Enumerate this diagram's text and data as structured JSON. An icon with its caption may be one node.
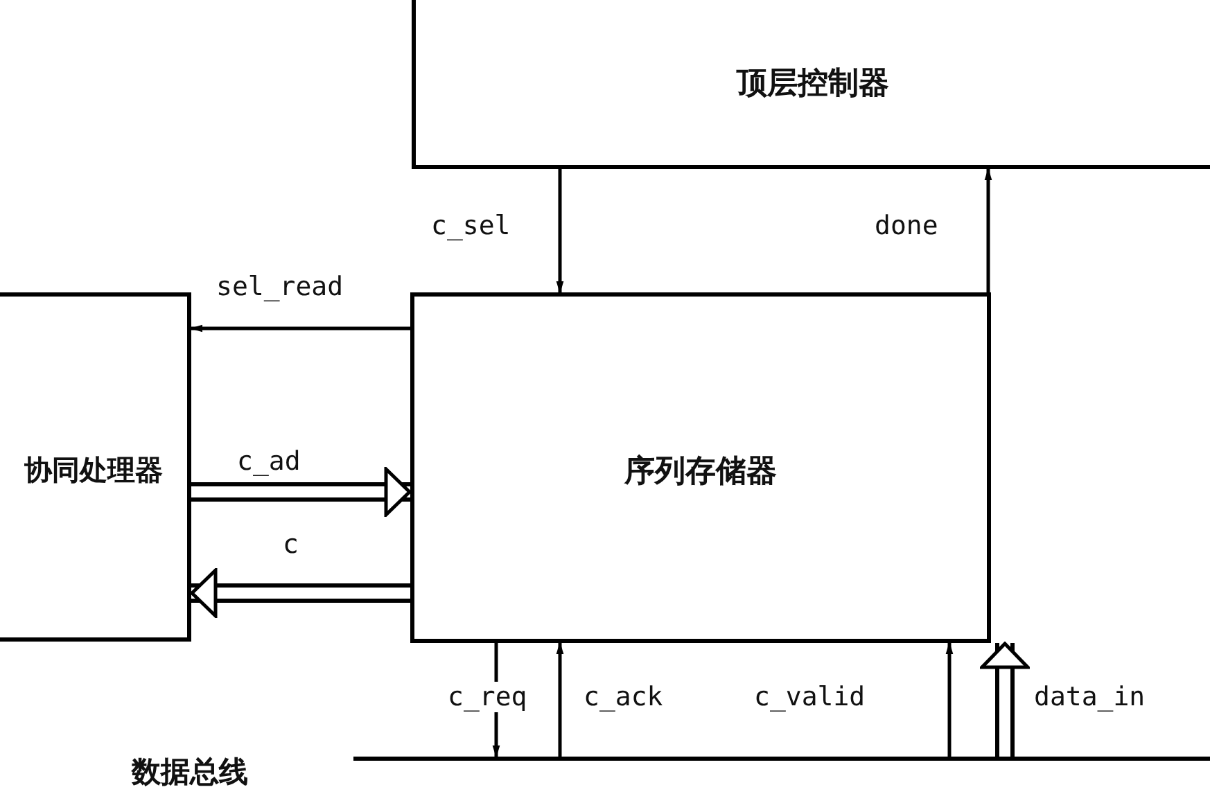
{
  "diagram": {
    "nodes": [
      {
        "text": [
          "顶层控制器"
        ]
      },
      {
        "text": [
          "协同处理器"
        ]
      },
      {
        "text": [
          "序列存储器"
        ]
      },
      {
        "text": [
          "数据总线"
        ]
      }
    ],
    "edges": [
      {
        "from": 0,
        "to": 2,
        "arrow": "to",
        "label": "c_sel"
      },
      {
        "from": 2,
        "to": 0,
        "arrow": "to",
        "label": "done"
      },
      {
        "from": 2,
        "to": 1,
        "arrow": "to",
        "label": "sel_read"
      },
      {
        "from": 1,
        "to": 2,
        "arrow": "to",
        "label": "c_ad",
        "style": "thick"
      },
      {
        "from": 2,
        "to": 1,
        "arrow": "to",
        "label": "c",
        "style": "thick"
      },
      {
        "from": 2,
        "to": 3,
        "arrow": "to",
        "label": "c_req"
      },
      {
        "from": 3,
        "to": 2,
        "arrow": "to",
        "label": "c_ack"
      },
      {
        "from": 3,
        "to": 2,
        "arrow": "to",
        "label": "c_valid"
      },
      {
        "from": 3,
        "to": 2,
        "arrow": "to",
        "label": "data_in",
        "style": "thick"
      }
    ]
  }
}
